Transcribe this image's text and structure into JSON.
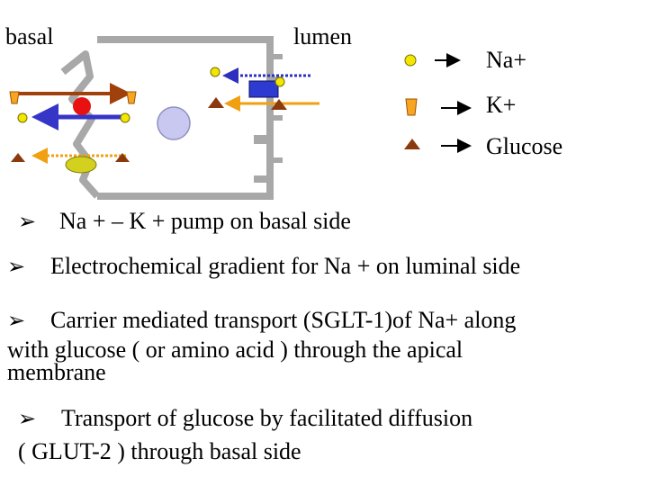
{
  "diagram": {
    "label_basal": "basal",
    "label_lumen": "lumen",
    "legend": [
      {
        "symbol": "yellow-circle",
        "label": "Na+"
      },
      {
        "symbol": "orange-trapezoid",
        "label": "K+"
      },
      {
        "symbol": "brown-triangle",
        "label": "Glucose"
      }
    ],
    "colors": {
      "sodium": "#f5e600",
      "potassium": "#f5a623",
      "glucose": "#8b3a0f",
      "pump_red": "#e81010",
      "blue_arrow": "#3535c8",
      "brown_arrow": "#a0400a",
      "orange_arrow": "#f0a010",
      "dotted_blue": "#3030c0",
      "glut_oval": "#d4d020",
      "nucleus": "#c8c8f0",
      "cell_wall": "#a8a8a8"
    }
  },
  "bullets": [
    {
      "marker": "➢",
      "text": "Na + – K + pump on basal side"
    },
    {
      "marker": "➢",
      "text": "Electrochemical gradient for Na + on luminal side"
    }
  ],
  "paragraph": {
    "marker": "➢",
    "line1": "Carrier mediated transport (SGLT-1)of Na+ along",
    "line2": "with glucose ( or amino acid ) through the apical",
    "line3": "membrane"
  },
  "bullet4": {
    "marker": "➢",
    "line1": "Transport of glucose by facilitated diffusion",
    "line2": "( GLUT-2 )  through basal side"
  }
}
